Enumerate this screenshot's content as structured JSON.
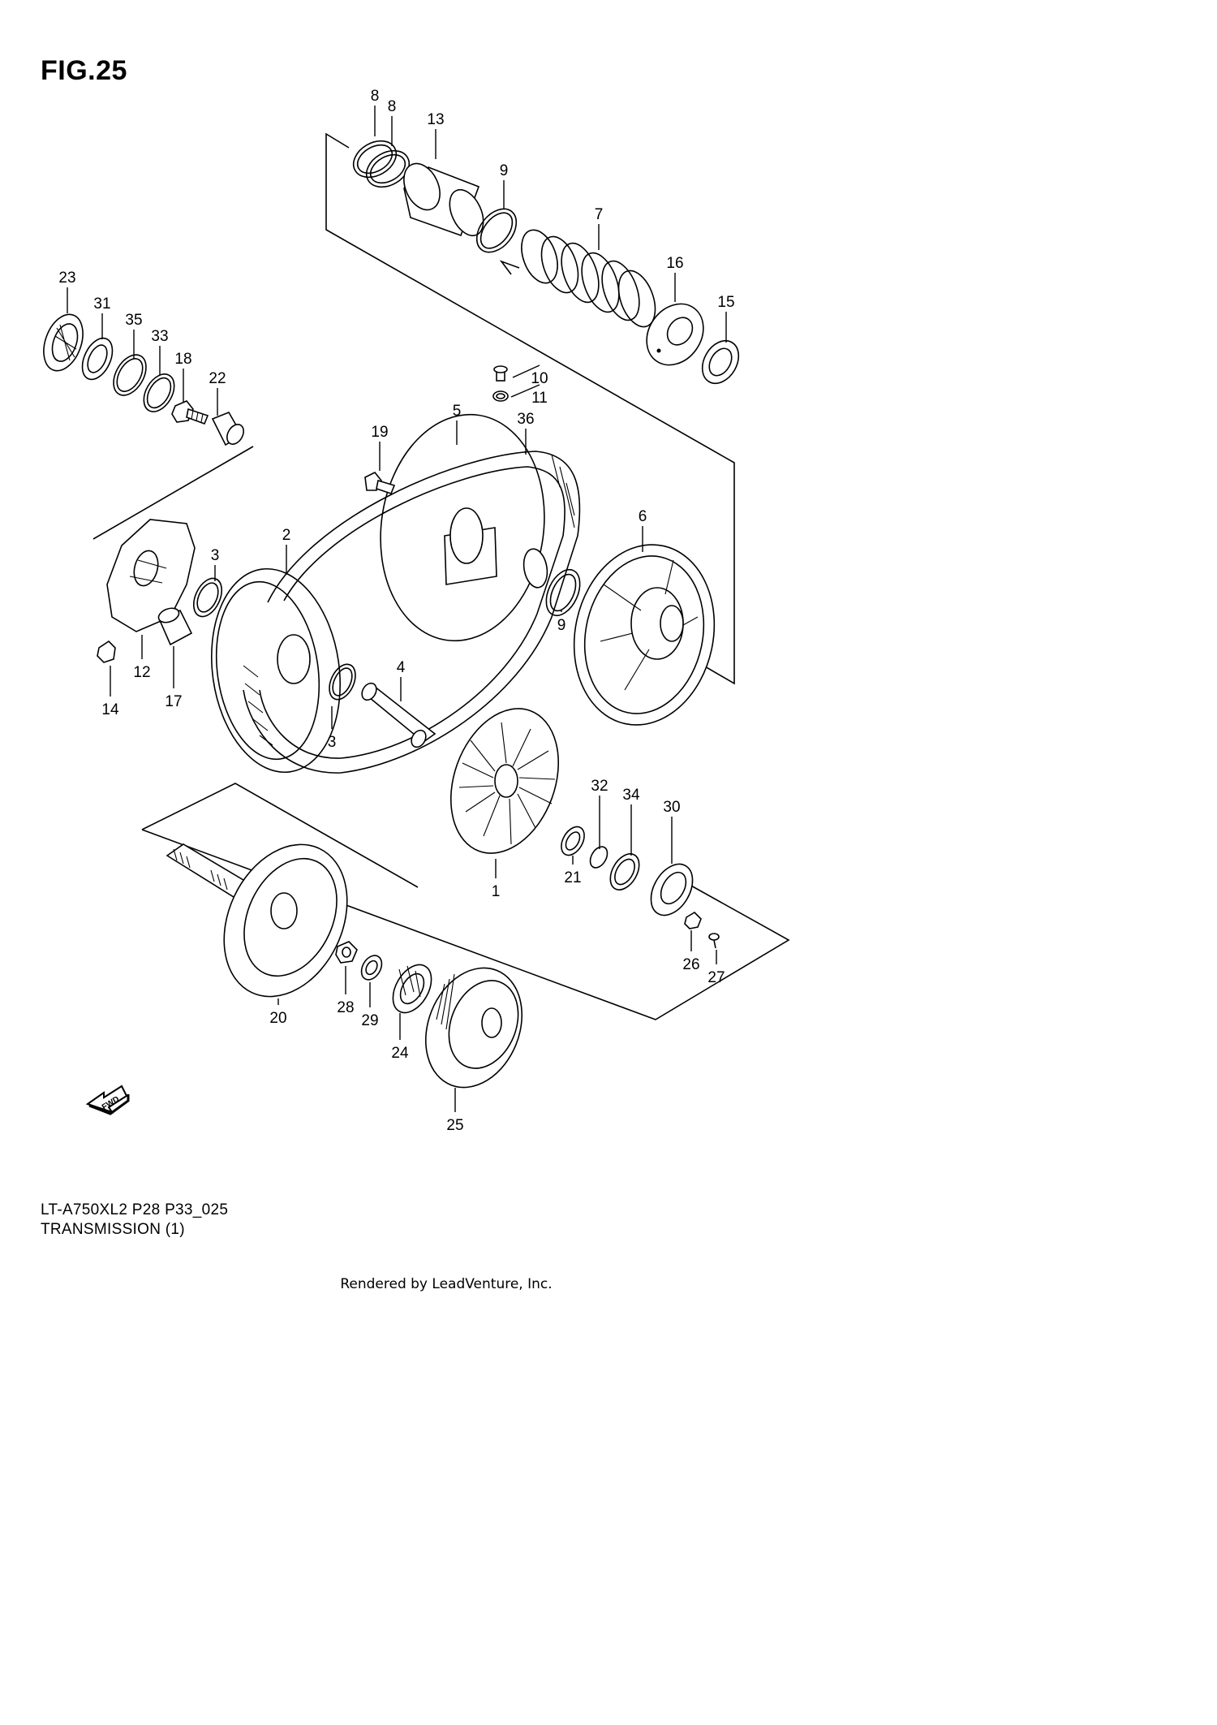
{
  "figure": {
    "title": "FIG.25",
    "model_code": "LT-A750XL2 P28 P33_025",
    "section_name": "TRANSMISSION (1)",
    "render_credit": "Rendered by LeadVenture, Inc.",
    "fwd_label": "FWD"
  },
  "callouts": [
    {
      "id": "c8a",
      "text": "8"
    },
    {
      "id": "c8b",
      "text": "8"
    },
    {
      "id": "c13",
      "text": "13"
    },
    {
      "id": "c9a",
      "text": "9"
    },
    {
      "id": "c7",
      "text": "7"
    },
    {
      "id": "c16",
      "text": "16"
    },
    {
      "id": "c15",
      "text": "15"
    },
    {
      "id": "c23",
      "text": "23"
    },
    {
      "id": "c31",
      "text": "31"
    },
    {
      "id": "c35",
      "text": "35"
    },
    {
      "id": "c33",
      "text": "33"
    },
    {
      "id": "c18",
      "text": "18"
    },
    {
      "id": "c22",
      "text": "22"
    },
    {
      "id": "c10",
      "text": "10"
    },
    {
      "id": "c11",
      "text": "11"
    },
    {
      "id": "c19",
      "text": "19"
    },
    {
      "id": "c5",
      "text": "5"
    },
    {
      "id": "c36",
      "text": "36"
    },
    {
      "id": "c6",
      "text": "6"
    },
    {
      "id": "c2",
      "text": "2"
    },
    {
      "id": "c3a",
      "text": "3"
    },
    {
      "id": "c12",
      "text": "12"
    },
    {
      "id": "c14",
      "text": "14"
    },
    {
      "id": "c17",
      "text": "17"
    },
    {
      "id": "c9b",
      "text": "9"
    },
    {
      "id": "c4",
      "text": "4"
    },
    {
      "id": "c3b",
      "text": "3"
    },
    {
      "id": "c32",
      "text": "32"
    },
    {
      "id": "c34",
      "text": "34"
    },
    {
      "id": "c30",
      "text": "30"
    },
    {
      "id": "c1",
      "text": "1"
    },
    {
      "id": "c21",
      "text": "21"
    },
    {
      "id": "c26",
      "text": "26"
    },
    {
      "id": "c27",
      "text": "27"
    },
    {
      "id": "c20",
      "text": "20"
    },
    {
      "id": "c28",
      "text": "28"
    },
    {
      "id": "c29",
      "text": "29"
    },
    {
      "id": "c24",
      "text": "24"
    },
    {
      "id": "c25",
      "text": "25"
    }
  ]
}
